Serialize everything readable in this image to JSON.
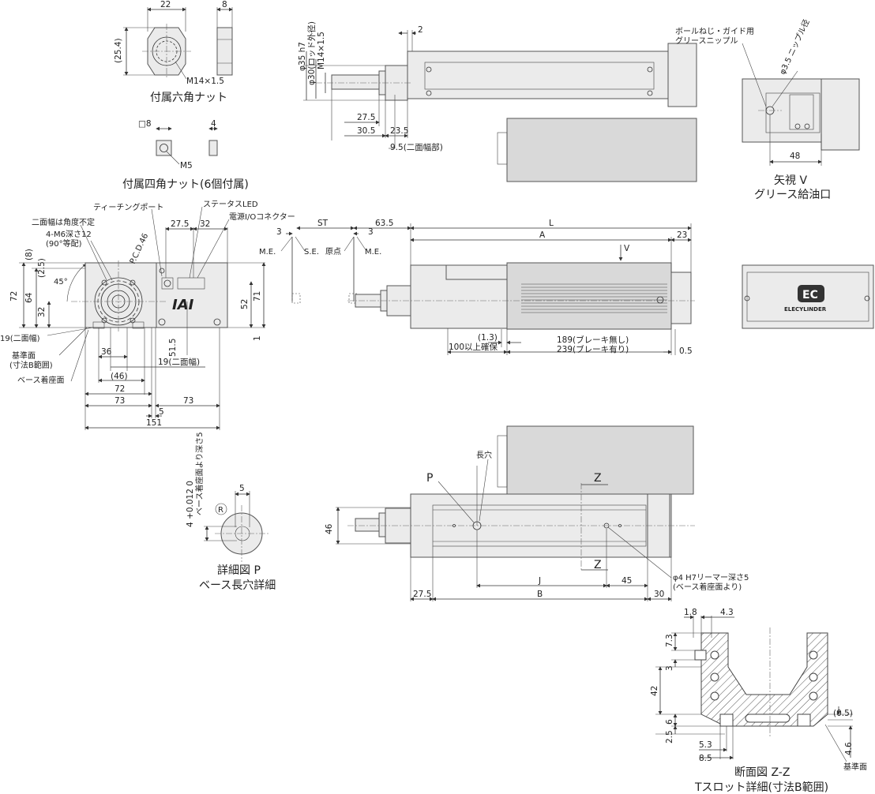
{
  "hex_nut": {
    "dims": {
      "width": "22",
      "thickness": "8",
      "height": "(25.4)",
      "thread": "M14×1.5"
    },
    "caption": "付属六角ナット"
  },
  "square_nut": {
    "dims": {
      "width": "□8",
      "thickness": "4",
      "thread": "M5"
    },
    "caption": "付属四角ナット(6個付属)"
  },
  "rod_detail": {
    "dims": {
      "tip": "2",
      "phi35": "φ35 h7",
      "phi30": "φ30(ロッド外径)",
      "thread": "M14×1.5",
      "d27_5": "27.5",
      "d30_5": "30.5",
      "d23_5": "23.5",
      "flats": "9.5(二面幅部)"
    }
  },
  "view_v": {
    "labels": {
      "grease_nipple": "ボールねじ・ガイド用\nグリースニップル",
      "nipple_dia": "φ3.5\nニップル径",
      "d48": "48"
    },
    "caption1": "矢視 V",
    "caption2": "グリース給油口"
  },
  "front_view": {
    "labels": {
      "teaching_port": "ティーチングポート",
      "status_led": "ステータスLED",
      "power_io": "電源I/Oコネクター",
      "flat_width_note": "二面幅は角度不定",
      "tap": "4-M6深さ12",
      "tap_pitch": "(90°等配)",
      "pcd": "P.C.D.46",
      "angle": "45°",
      "flat19a": "19(二面幅)",
      "flat19b": "19(二面幅)",
      "ref_surface": "基準面\n(寸法B範囲)",
      "base_surface": "ベース着座面",
      "logo": "IAI"
    },
    "dims": {
      "d27_5": "27.5",
      "d32": "32",
      "d8": "(8)",
      "d2_5": "(2.5)",
      "d72v": "72",
      "d64": "64",
      "d32v": "32",
      "d52": "52",
      "d71": "71",
      "d1": "1",
      "d51_5": "51.5",
      "d36": "36",
      "d46": "(46)",
      "d72h": "72",
      "d73a": "73",
      "d73b": "73",
      "d5": "5",
      "d151": "151"
    }
  },
  "side_view": {
    "labels": {
      "me1": "M.E.",
      "se": "S.E.",
      "origin": "原点",
      "me2": "M.E.",
      "v_arrow": "V"
    },
    "dims": {
      "d3a": "3",
      "st": "ST",
      "d3b": "3",
      "d63_5": "63.5",
      "L": "L",
      "A": "A",
      "d23": "23",
      "d1_3": "(1.3)",
      "min100": "100以上確保",
      "len189": "189(ブレーキ無し)",
      "len239": "239(ブレーキ有り)",
      "d0_5": "0.5"
    }
  },
  "end_view": {
    "logo_mark": "EC",
    "logo_text": "ELECYLINDER"
  },
  "bottom_view": {
    "labels": {
      "slot": "長穴",
      "p": "P",
      "z1": "Z",
      "z2": "Z",
      "reamer": "φ4 H7リーマー深さ5\n(ベース着座面より)"
    },
    "dims": {
      "d46": "46",
      "d27_5": "27.5",
      "J": "J",
      "d45": "45",
      "B": "B",
      "d30": "30"
    }
  },
  "detail_p": {
    "dims": {
      "d5": "5",
      "tol": "4 +0.012 0",
      "depth": "ベース着座面より深さ5"
    },
    "caption1": "詳細図 P",
    "caption2": "ベース長穴詳細"
  },
  "section_zz": {
    "dims": {
      "d1_8": "1.8",
      "d4_3": "4.3",
      "d7_3": "7.3",
      "d3": "3",
      "d42": "42",
      "d6": "6",
      "d2_5": "2.5",
      "d5_3": "5.3",
      "d8_5": "8.5",
      "d0_5": "(0.5)",
      "d4_6": "4.6"
    },
    "ref_label": "基準面",
    "caption1": "断面図 Z-Z",
    "caption2": "Tスロット詳細(寸法B範囲)"
  }
}
